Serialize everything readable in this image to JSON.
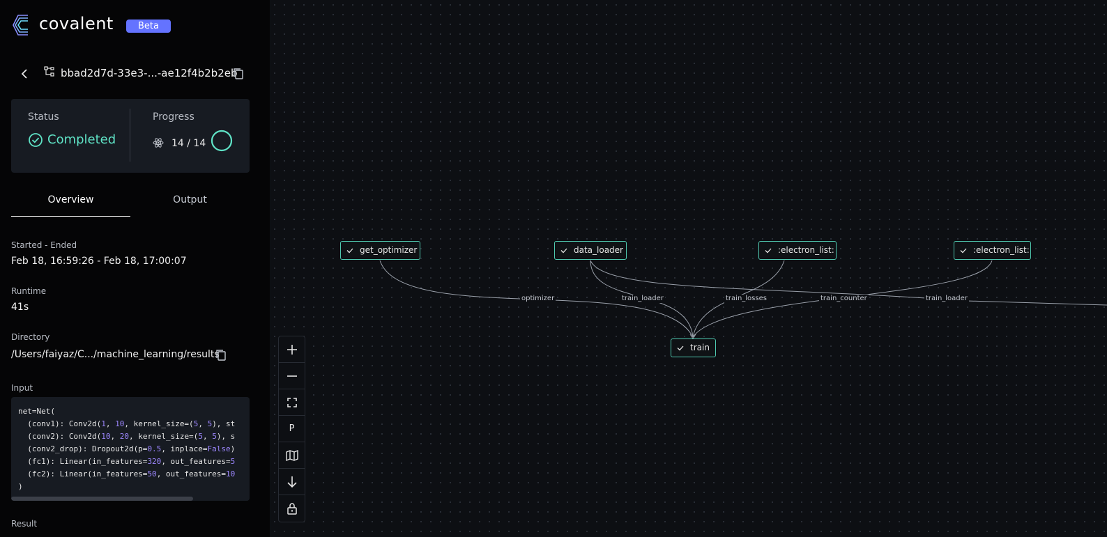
{
  "brand": {
    "name": "covalent",
    "badge": "Beta",
    "icon": "covalent-logo"
  },
  "header": {
    "dispatch_id": "bbad2d7d-33e3-...-ae12f4b2b2eb",
    "icons": [
      "chevron-left-icon",
      "graph-icon",
      "copy-icon"
    ]
  },
  "status_card": {
    "status_label": "Status",
    "status_value": "Completed",
    "progress_label": "Progress",
    "progress_value": "14 / 14",
    "progress_fraction": 1.0,
    "accent_color": "#5fe3c6"
  },
  "tabs": [
    {
      "label": "Overview",
      "active": true
    },
    {
      "label": "Output",
      "active": false
    }
  ],
  "overview": {
    "started_ended_label": "Started - Ended",
    "started_ended_value": "Feb 18, 16:59:26 - Feb 18, 17:00:07",
    "runtime_label": "Runtime",
    "runtime_value": "41s",
    "directory_label": "Directory",
    "directory_value": "/Users/faiyaz/C.../machine_learning/results",
    "input_label": "Input",
    "result_label": "Result",
    "input_code": [
      "net=Net(",
      "  (conv1): Conv2d(1, 10, kernel_size=(5, 5), st",
      "  (conv2): Conv2d(10, 20, kernel_size=(5, 5), s",
      "  (conv2_drop): Dropout2d(p=0.5, inplace=False)",
      "  (fc1): Linear(in_features=320, out_features=5",
      "  (fc2): Linear(in_features=50, out_features=10",
      ")"
    ]
  },
  "graph": {
    "nodes": [
      {
        "id": "get_optimizer",
        "label": "get_optimizer",
        "status": "completed"
      },
      {
        "id": "data_loader",
        "label": "data_loader",
        "status": "completed"
      },
      {
        "id": "electron_list_1",
        "label": ":electron_list:",
        "status": "completed"
      },
      {
        "id": "electron_list_2",
        "label": ":electron_list:",
        "status": "completed"
      },
      {
        "id": "train",
        "label": "train",
        "status": "completed"
      }
    ],
    "edges": [
      {
        "from": "get_optimizer",
        "to": "train",
        "label": "optimizer"
      },
      {
        "from": "data_loader",
        "to": "train",
        "label": "train_loader"
      },
      {
        "from": "electron_list_1",
        "to": "train",
        "label": "train_losses"
      },
      {
        "from": "electron_list_2",
        "to": "train",
        "label": "train_counter"
      },
      {
        "from": "data_loader",
        "to": "offscreen",
        "label": "train_loader"
      }
    ],
    "node_color": "#4fc9b0"
  },
  "controls": [
    {
      "name": "zoom-in",
      "icon": "plus-icon"
    },
    {
      "name": "zoom-out",
      "icon": "minus-icon"
    },
    {
      "name": "fit-view",
      "icon": "fullscreen-icon"
    },
    {
      "name": "toggle-params",
      "label": "P"
    },
    {
      "name": "minimap",
      "icon": "map-icon"
    },
    {
      "name": "direction",
      "icon": "arrow-down-icon"
    },
    {
      "name": "lock",
      "icon": "lock-icon"
    }
  ]
}
